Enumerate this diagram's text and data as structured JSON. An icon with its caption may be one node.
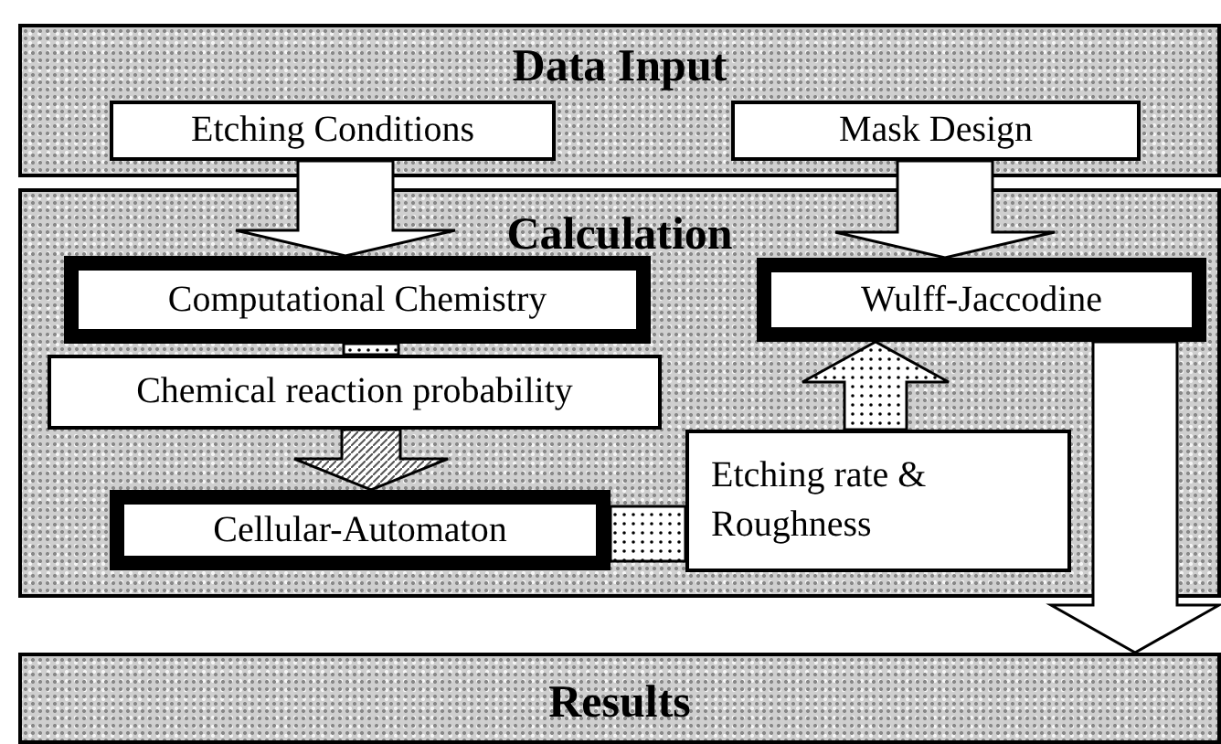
{
  "diagram": {
    "nodes": [
      {
        "text": [
          "Data Input"
        ]
      },
      {
        "text": [
          "Etching Conditions"
        ],
        "in": 0
      },
      {
        "text": [
          "Mask Design"
        ],
        "in": 0
      },
      {
        "text": [
          "Calculation"
        ]
      },
      {
        "text": [
          "Computational Chemistry"
        ],
        "in": 3
      },
      {
        "text": [
          "Wulff-Jaccodine"
        ],
        "in": 3
      },
      {
        "text": [
          "Chemical reaction probability"
        ],
        "in": 3
      },
      {
        "text": [
          "Etching rate & Roughness"
        ],
        "in": 3
      },
      {
        "text": [
          "Cellular-Automaton"
        ],
        "in": 3
      },
      {
        "text": [
          "Results"
        ]
      }
    ],
    "edges": [
      {
        "from": 1,
        "to": 4,
        "arrow": "to"
      },
      {
        "from": 2,
        "to": 5,
        "arrow": "to"
      },
      {
        "from": 4,
        "to": 6,
        "arrow": "none"
      },
      {
        "from": 6,
        "to": 8,
        "arrow": "to"
      },
      {
        "from": 8,
        "to": 7,
        "arrow": "none"
      },
      {
        "from": 7,
        "to": 5,
        "arrow": "to"
      },
      {
        "from": 5,
        "to": 9,
        "arrow": "to"
      }
    ]
  }
}
